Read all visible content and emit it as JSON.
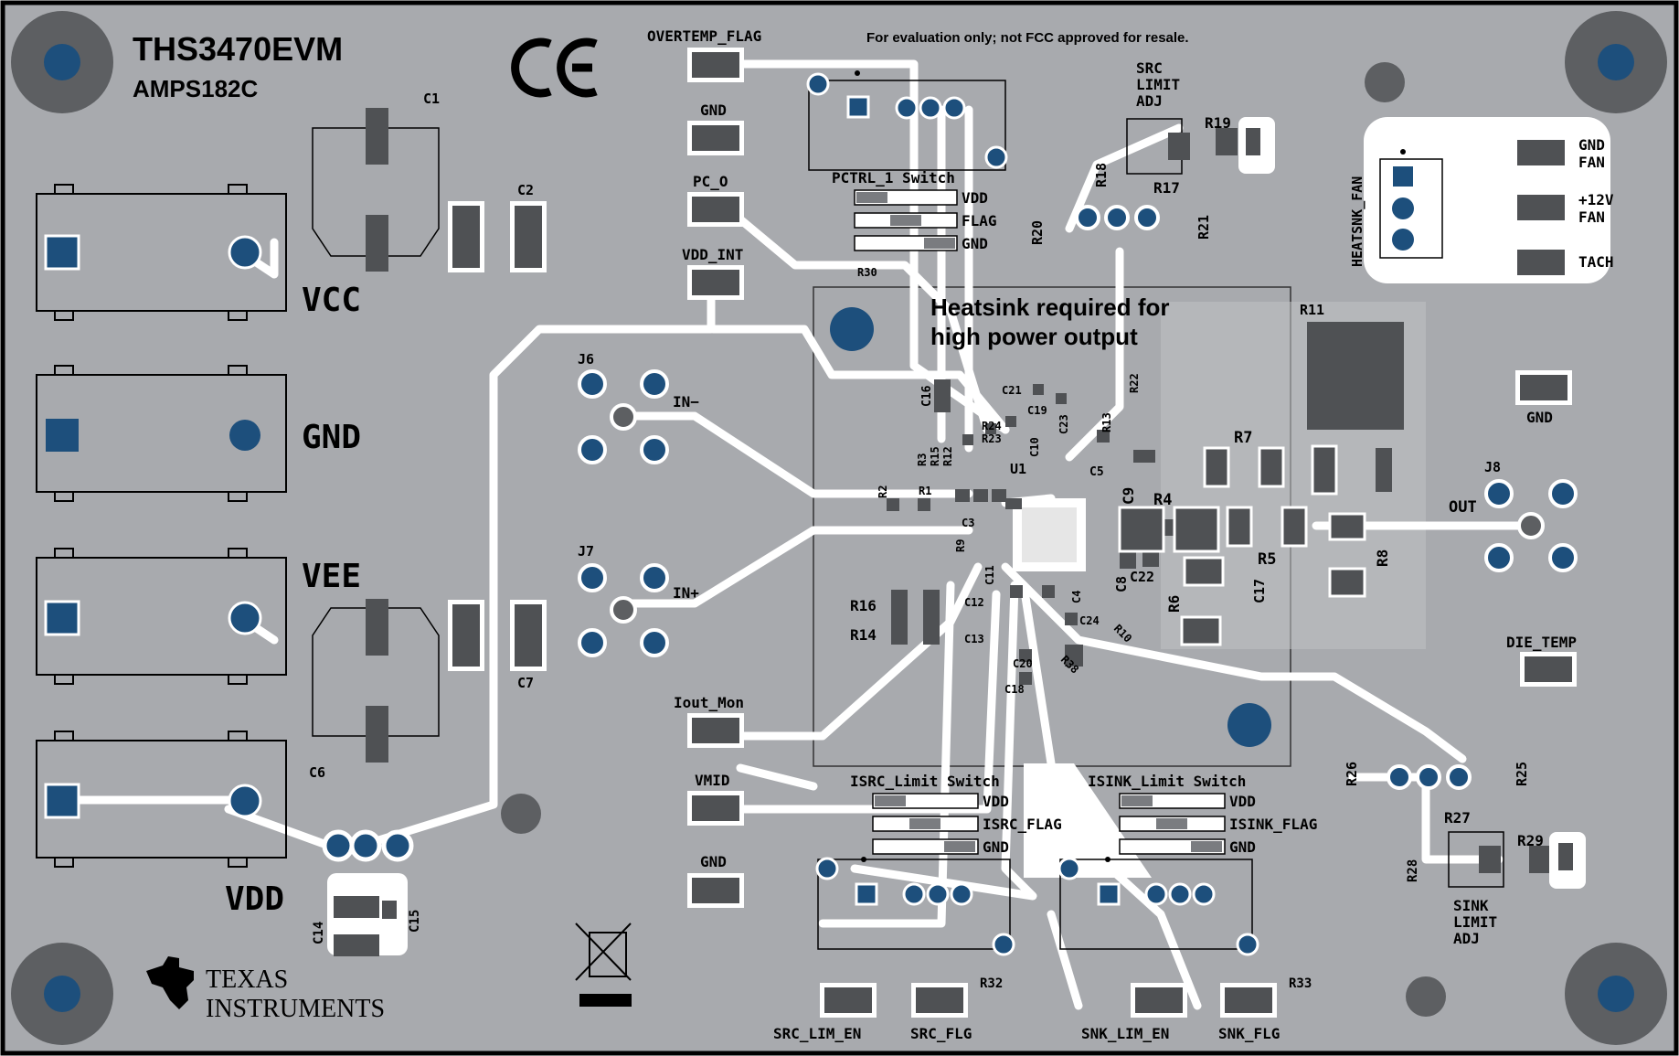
{
  "board": {
    "name": "THS3470EVM",
    "rev": "AMPS182C",
    "fcc_note": "For evaluation only; not FCC approved for resale.",
    "heatsink_note_1": "Heatsink required for",
    "heatsink_note_2": "high power output",
    "ce_mark": "CE"
  },
  "colors": {
    "board": "#a8aaae",
    "trace": "#ffffff",
    "pad": "#4f5154",
    "via": "#1d4f7c",
    "mount_ring": "#5d5f62",
    "copper_pour": "#bfc1c4"
  },
  "power_terminals": {
    "vcc": "VCC",
    "gnd": "GND",
    "vee": "VEE",
    "vdd": "VDD"
  },
  "connectors": {
    "j6": "J6",
    "j7": "J7",
    "j8": "J8",
    "in_minus": "IN−",
    "in_plus": "IN+",
    "out": "OUT"
  },
  "test_points": {
    "overtemp_flag": "OVERTEMP_FLAG",
    "gnd_top": "GND",
    "pc_o": "PC_O",
    "vdd_int": "VDD_INT",
    "iout_mon": "Iout_Mon",
    "vmid": "VMID",
    "gnd_bottom": "GND",
    "die_temp": "DIE_TEMP",
    "gnd_right": "GND",
    "src_lim_en": "SRC_LIM_EN",
    "src_flg": "SRC_FLG",
    "snk_lim_en": "SNK_LIM_EN",
    "snk_flg": "SNK_FLG"
  },
  "switches": {
    "pctrl_title": "PCTRL_1 Switch",
    "pctrl_rows": [
      "VDD",
      "FLAG",
      "GND"
    ],
    "isrc_title": "ISRC_Limit Switch",
    "isrc_rows": [
      "VDD",
      "ISRC_FLAG",
      "GND"
    ],
    "isink_title": "ISINK_Limit Switch",
    "isink_rows": [
      "VDD",
      "ISINK_FLAG",
      "GND"
    ]
  },
  "fan": {
    "header_label": "HEATSNK_FAN",
    "pin_labels": [
      "GND FAN",
      "+12V FAN",
      "TACH"
    ],
    "gnd": "GND",
    "fan": "FAN",
    "plus12v": "+12V",
    "fan2": "FAN",
    "tach": "TACH"
  },
  "adj_labels": {
    "src_1": "SRC",
    "src_2": "LIMIT",
    "src_3": "ADJ",
    "sink_1": "SINK",
    "sink_2": "LIMIT",
    "sink_3": "ADJ"
  },
  "refdes": {
    "c1": "C1",
    "c2": "C2",
    "c6": "C6",
    "c7": "C7",
    "c14": "C14",
    "c15": "C15",
    "c16": "C16",
    "c21": "C21",
    "c19": "C19",
    "c10": "C10",
    "c23": "C23",
    "c5": "C5",
    "c9": "C9",
    "c3": "C3",
    "c11": "C11",
    "c8": "C8",
    "c22": "C22",
    "c4": "C4",
    "c24": "C24",
    "c12": "C12",
    "c13": "C13",
    "c20": "C20",
    "c18": "C18",
    "c17": "C17",
    "u1": "U1",
    "r1": "R1",
    "r2": "R2",
    "r3": "R3",
    "r4": "R4",
    "r5": "R5",
    "r6": "R6",
    "r7": "R7",
    "r8": "R8",
    "r9": "R9",
    "r10": "R10",
    "r11": "R11",
    "r12": "R12",
    "r13": "R13",
    "r14": "R14",
    "r15": "R15",
    "r16": "R16",
    "r17": "R17",
    "r18": "R18",
    "r19": "R19",
    "r20": "R20",
    "r21": "R21",
    "r22": "R22",
    "r23": "R23",
    "r24": "R24",
    "r25": "R25",
    "r26": "R26",
    "r27": "R27",
    "r28": "R28",
    "r29": "R29",
    "r30": "R30",
    "r32": "R32",
    "r33": "R33",
    "r38": "R38"
  },
  "logo": {
    "line1": "TEXAS",
    "line2": "INSTRUMENTS"
  }
}
